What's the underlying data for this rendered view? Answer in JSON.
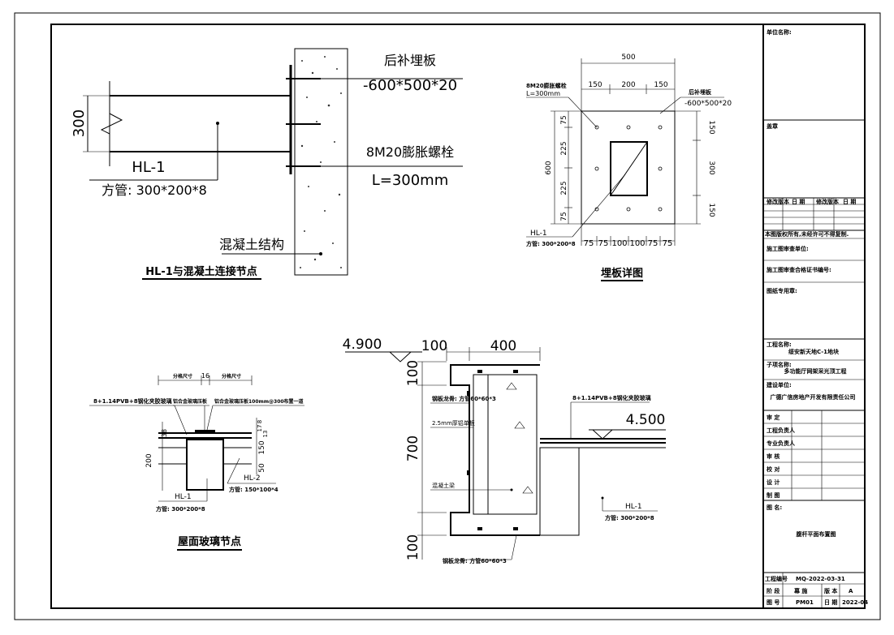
{
  "left_detail": {
    "title": "HL-1与混凝土连接节点",
    "plate_label": "后补埋板",
    "plate_size": "-600*500*20",
    "bolt_label": "8M20膨胀螺栓",
    "bolt_length": "L=300mm",
    "dim_300": "300",
    "beam_label": "HL-1",
    "beam_section": "方管: 300*200*8",
    "concrete_label": "混凝土结构"
  },
  "plate_detail": {
    "title": "埋板详图",
    "dim_total": "500",
    "dim_top": [
      "150",
      "200",
      "150"
    ],
    "bolt_label": "8M20膨胀螺栓",
    "bolt_length": "L=300mm",
    "plate_label": "后补埋板",
    "plate_size": "-600*500*20",
    "dim_left": [
      "75",
      "225",
      "225",
      "75"
    ],
    "dim_height": "600",
    "dim_right": [
      "150",
      "300",
      "150"
    ],
    "dim_bottom": [
      "75",
      "75",
      "100",
      "100",
      "75",
      "75"
    ],
    "beam_label": "HL-1",
    "beam_section": "方管: 300*200*8"
  },
  "roof_detail": {
    "title": "屋面玻璃节点",
    "dim_grid": [
      "分格尺寸",
      "16",
      "分格尺寸"
    ],
    "glass_label": "8+1.14PVB+8钢化夹胶玻璃",
    "pressure_label": "铝合金玻璃压板",
    "clamp_label": "铝合金玻璃压板100mm@300布置一道",
    "dim_v_left": [
      "38",
      "200"
    ],
    "dim_v_right": [
      "8",
      "17",
      "13",
      "150",
      "50"
    ],
    "beam1_label": "HL-1",
    "beam1_section": "方管: 300*200*8",
    "beam2_label": "HL-2",
    "beam2_section": "方管: 150*100*4"
  },
  "section_detail": {
    "elev_top": "4.900",
    "dim_100_top": "100",
    "dim_400": "400",
    "dim_100_v": "100",
    "dim_700": "700",
    "dim_100_bottom": "100",
    "steel_label": "钢板龙骨: 方管60*60*3",
    "steel_label_bottom": "钢板龙骨: 方管60*60*3",
    "plate_label": "2.5mm厚铝单板",
    "concrete_label": "混凝土梁",
    "glass_label": "8+1.14PVB+8钢化夹胶玻璃",
    "elev_right": "4.500",
    "beam_label": "HL-1",
    "beam_section": "方管: 300*200*8"
  },
  "title_block": {
    "unit_name": "单位名称:",
    "seal": "盖章",
    "rev_headers": [
      "修改版本",
      "日 期",
      "修改版本",
      "日 期"
    ],
    "note": "本图版权所有,未经许可不得复制.",
    "design_cert": "施工图审查单位:",
    "review_cert": "施工图审查合格证书编号:",
    "seal_area": "图纸专用章:",
    "project_label": "工程名称:",
    "project_value": "绥安新天地C-1地块",
    "sub_label": "子项名称:",
    "sub_value": "多功能厅网架采光顶工程",
    "client_label": "建设单位:",
    "client_value": "广德广信房地产开发有限责任公司",
    "sign_rows": [
      "审 定",
      "工程负责人",
      "专业负责人",
      "审 核",
      "校 对",
      "设 计",
      "制 图"
    ],
    "drawing_label": "图 名:",
    "drawing_value": "腹杆平面布置图",
    "project_no_label": "工程编号",
    "project_no_value": "MQ-2022-03-31",
    "stage_label": "阶 段",
    "stage_value": "幕 施",
    "version_label": "版 本",
    "version_value": "A",
    "drawing_no_label": "图 号",
    "drawing_no_value": "PM01",
    "date_label": "日 期",
    "date_value": "2022-04"
  }
}
